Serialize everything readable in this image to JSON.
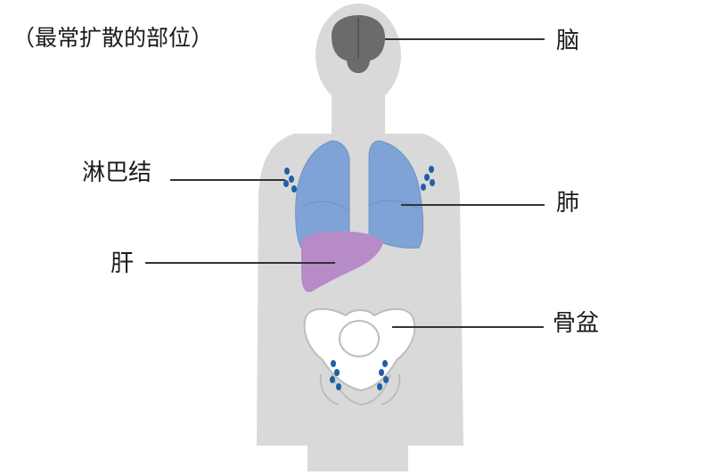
{
  "title": "（最常扩散的部位）",
  "labels": {
    "brain": "脑",
    "lymph": "淋巴结",
    "lung": "肺",
    "liver": "肝",
    "pelvis": "骨盆"
  },
  "colors": {
    "body": "#d9d9d9",
    "brain": "#6b6b6b",
    "lung": "#7fa3d6",
    "liver": "#b68bc7",
    "lymph": "#1f5fa8",
    "bone": "#ffffff",
    "leader": "#333333"
  }
}
